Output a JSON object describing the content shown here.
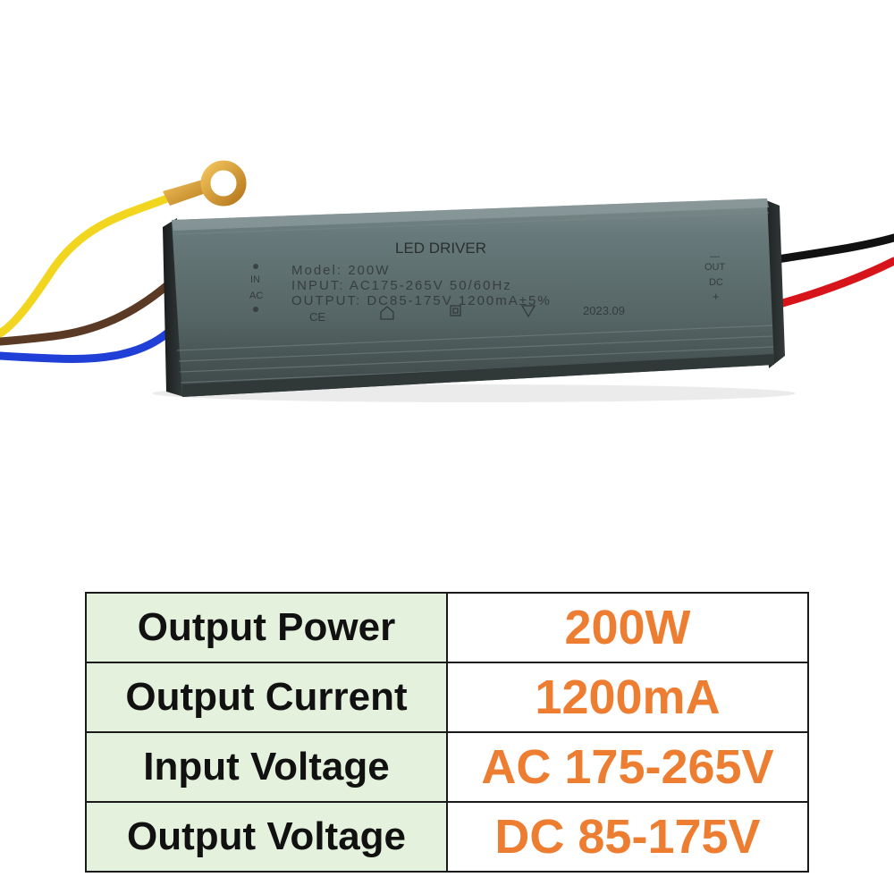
{
  "product": {
    "housing_label": "LED DRIVER",
    "model_line": "Model: 200W",
    "input_line": "INPUT: AC175-265V 50/60Hz",
    "output_line": "OUTPUT: DC85-175V 1200mA±5%",
    "date_code": "2023.09",
    "ce_mark": "CE",
    "in_side": {
      "top": "IN",
      "bottom": "AC"
    },
    "out_side": {
      "minus": "—",
      "top": "OUT",
      "mid": "DC",
      "plus": "+"
    },
    "wire_colors": {
      "yellow": "#f2d51e",
      "brown": "#5a3a24",
      "blue": "#1f3fd6",
      "black": "#111111",
      "red": "#d8141b"
    },
    "housing_color": "#586768"
  },
  "specs": {
    "accent_color": "#ec7d31",
    "label_bg": "#e4f1dd",
    "rows": [
      {
        "label": "Output Power",
        "value": "200W"
      },
      {
        "label": "Output Current",
        "value": "1200mA"
      },
      {
        "label": "Input Voltage",
        "value": "AC 175-265V"
      },
      {
        "label": "Output Voltage",
        "value": "DC 85-175V"
      }
    ]
  }
}
